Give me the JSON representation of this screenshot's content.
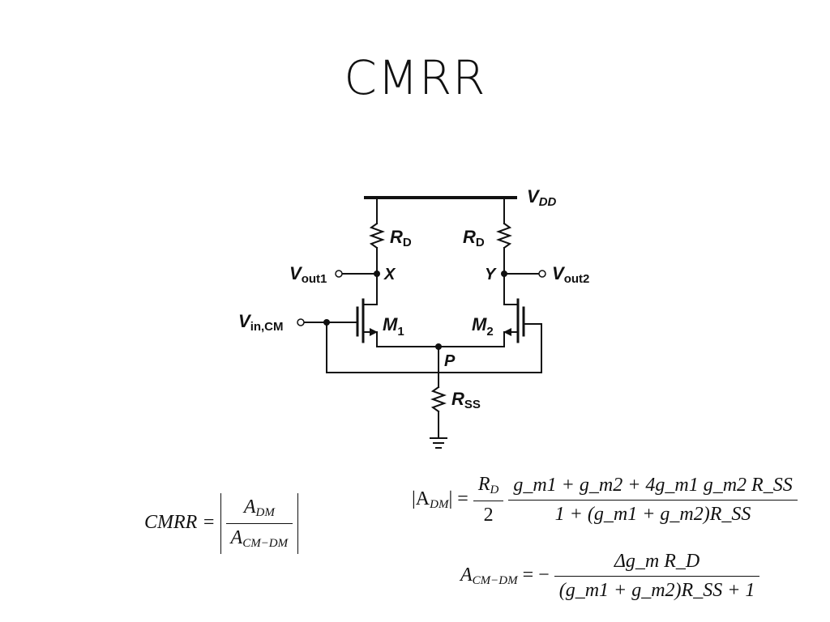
{
  "slide": {
    "title": "CMRR"
  },
  "circuit": {
    "vdd": "V",
    "vdd_sub": "DD",
    "rd_left": "R",
    "rd_left_sub": "D",
    "rd_right": "R",
    "rd_right_sub": "D",
    "vout1": "V",
    "vout1_sub": "out1",
    "vout2": "V",
    "vout2_sub": "out2",
    "node_x": "X",
    "node_y": "Y",
    "vin": "V",
    "vin_sub": "in,CM",
    "m1": "M",
    "m1_sub": "1",
    "m2": "M",
    "m2_sub": "2",
    "node_p": "P",
    "rss": "R",
    "rss_sub": "SS"
  },
  "equations": {
    "cmrr_lhs": "CMRR =",
    "cmrr_num": "A",
    "cmrr_num_sub": "DM",
    "cmrr_den": "A",
    "cmrr_den_sub": "CM−DM",
    "adm_lhs": "|A",
    "adm_lhs_sub": "DM",
    "adm_lhs_tail": "| =",
    "adm_f1_num": "R",
    "adm_f1_num_sub": "D",
    "adm_f1_den": "2",
    "adm_f2_num": "g_m1 + g_m2 + 4g_m1 g_m2 R_SS",
    "adm_f2_den": "1 + (g_m1 + g_m2)R_SS",
    "acm_lhs": "A",
    "acm_lhs_sub": "CM−DM",
    "acm_eq": "= −",
    "acm_num": "Δg_m R_D",
    "acm_den": "(g_m1 + g_m2)R_SS + 1"
  }
}
